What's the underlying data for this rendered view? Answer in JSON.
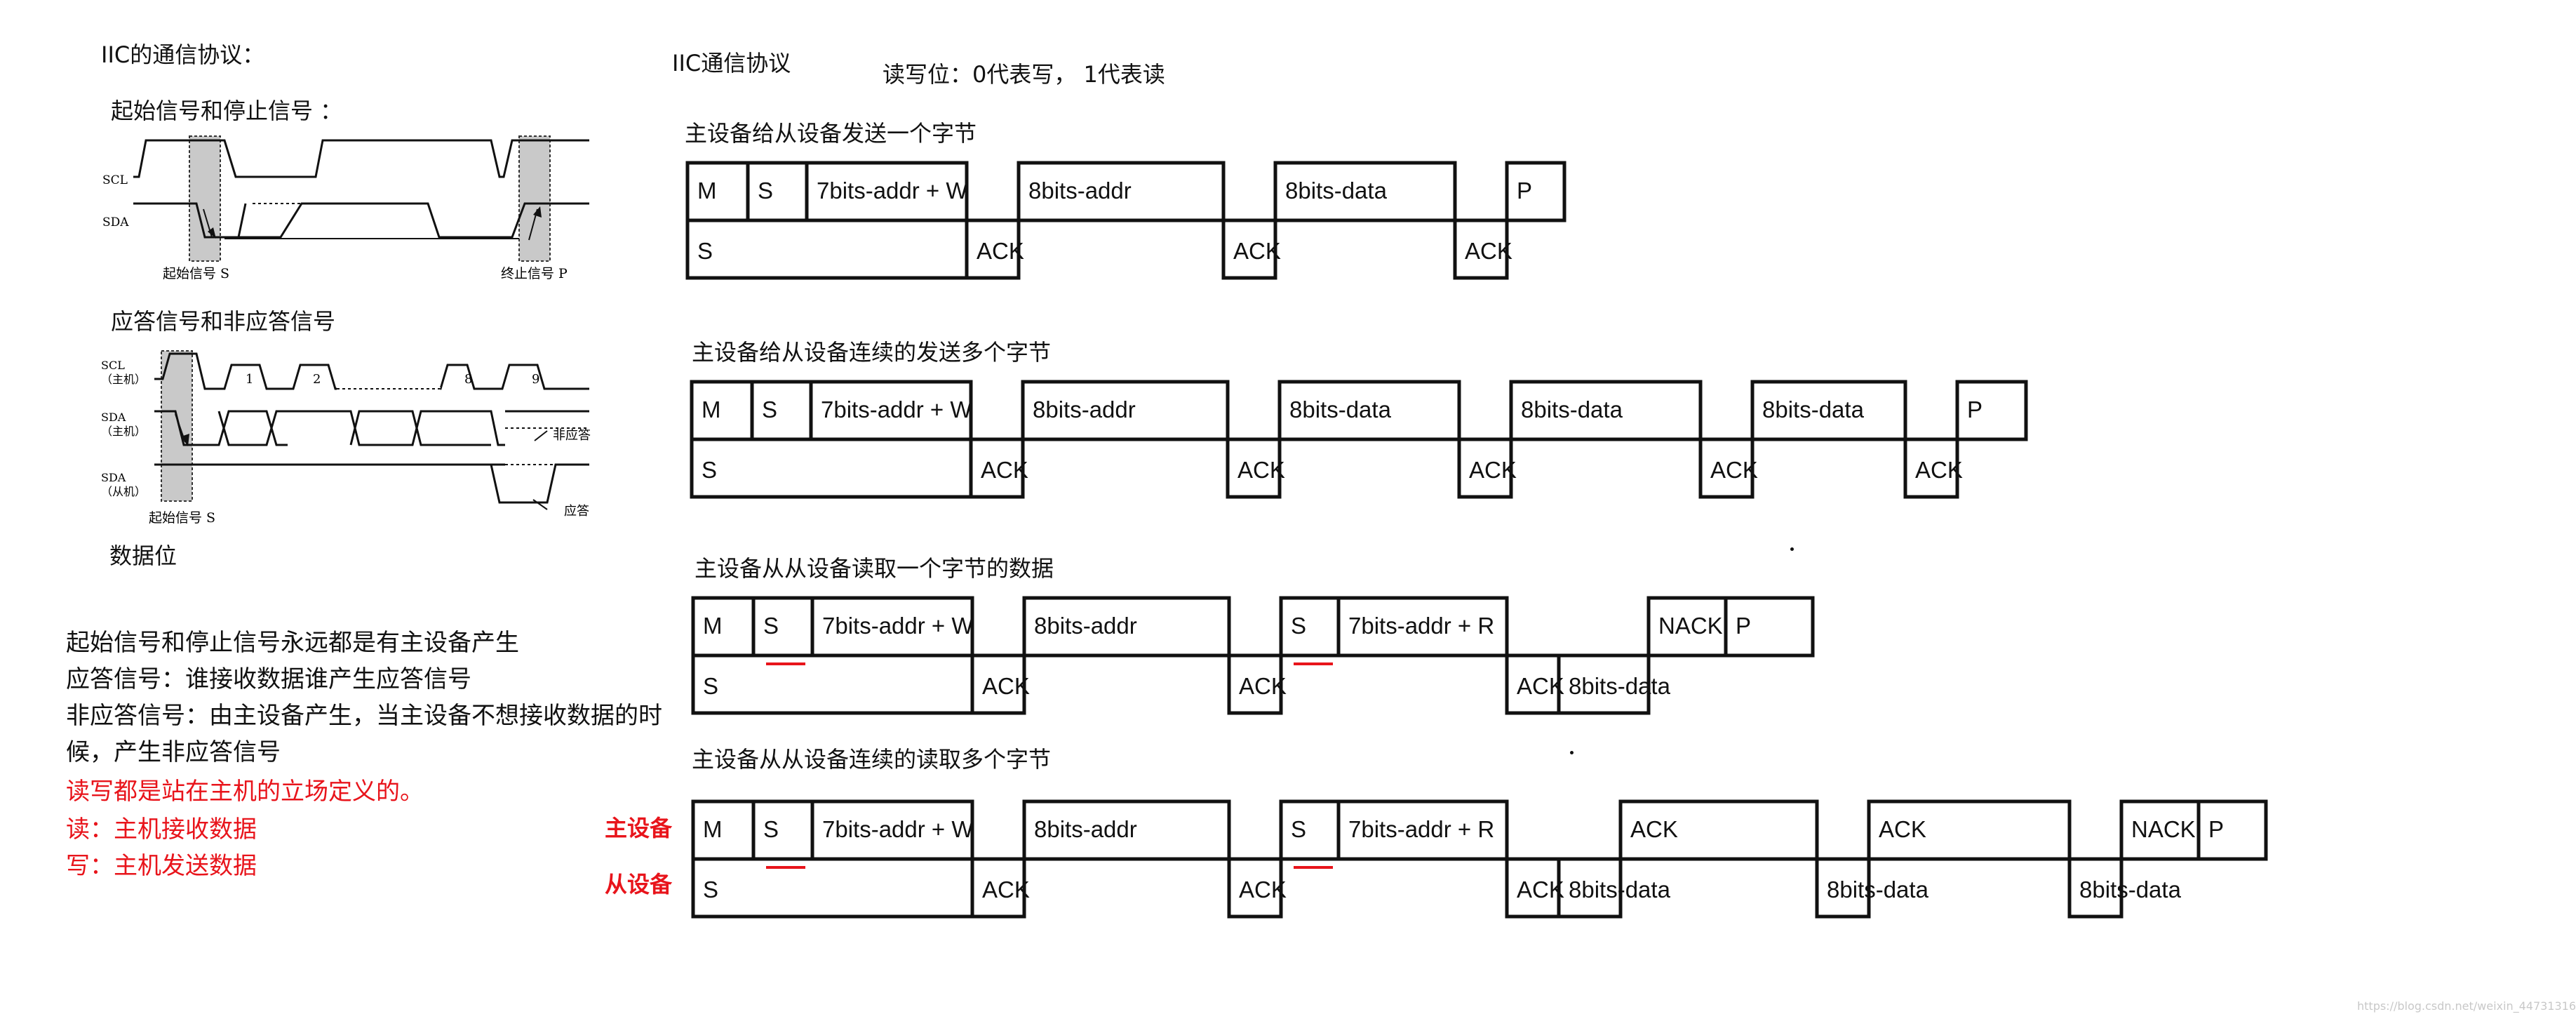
{
  "left": {
    "title": "IIC的通信协议：",
    "start_stop_heading": "起始信号和停止信号 ：",
    "ack_heading": "应答信号和非应答信号",
    "data_bit_heading": "数据位",
    "fig1": {
      "scl": "SCL",
      "sda": "SDA",
      "start": "起始信号 S",
      "stop": "终止信号 P"
    },
    "fig2": {
      "scl1": "SCL",
      "scl2": "（主机）",
      "sda1": "SDA",
      "sda2": "（主机）",
      "sda3": "SDA",
      "sda4": "（从机）",
      "n1": "1",
      "n2": "2",
      "n8": "8",
      "n9": "9",
      "nack": "非应答",
      "ack": "应答",
      "start": "起始信号 S"
    },
    "notes": [
      "起始信号和停止信号永远都是有主设备产生",
      "应答信号：谁接收数据谁产生应答信号",
      "非应答信号：由主设备产生，当主设备不想接收数据的时",
      "候，产生非应答信号"
    ],
    "red_notes": [
      "读写都是站在主机的立场定义的。",
      "读：主机接收数据",
      "写：主机发送数据"
    ]
  },
  "right": {
    "title": "IIC通信协议",
    "rw_note": "读写位：0代表写，  1代表读",
    "side_master": "主设备",
    "side_slave": "从设备",
    "seq1": {
      "heading": "主设备给从设备发送一个字节"
    },
    "seq2": {
      "heading": "主设备给从设备连续的发送多个字节"
    },
    "seq3": {
      "heading": "主设备从从设备读取一个字节的数据"
    },
    "seq4": {
      "heading": "主设备从从设备连续的读取多个字节"
    }
  },
  "sequences": [
    {
      "top": [
        [
          "M",
          "S",
          "7bits-addr + W"
        ],
        null,
        [
          "8bits-addr"
        ],
        null,
        [
          "8bits-data"
        ],
        null,
        [
          "P"
        ]
      ],
      "bottom": [
        [
          "S"
        ],
        [
          "ACK"
        ],
        null,
        [
          "ACK"
        ],
        null,
        [
          "ACK"
        ],
        null
      ]
    },
    {
      "top": [
        [
          "M",
          "S",
          "7bits-addr + W"
        ],
        null,
        [
          "8bits-addr"
        ],
        null,
        [
          "8bits-data"
        ],
        null,
        [
          "8bits-data"
        ],
        null,
        [
          "8bits-data"
        ],
        null,
        [
          "P"
        ]
      ],
      "bottom": [
        [
          "S"
        ],
        [
          "ACK"
        ],
        null,
        [
          "ACK"
        ],
        null,
        [
          "ACK"
        ],
        null,
        [
          "ACK"
        ],
        null,
        [
          "ACK"
        ],
        null
      ]
    },
    {
      "top": [
        [
          "M",
          "S",
          "7bits-addr + W"
        ],
        null,
        [
          "8bits-addr"
        ],
        null,
        [
          "S",
          "7bits-addr + R"
        ],
        null,
        null,
        [
          "NACK",
          "P"
        ]
      ],
      "bottom": [
        [
          "S"
        ],
        [
          "ACK"
        ],
        null,
        [
          "ACK"
        ],
        null,
        [
          "ACK"
        ],
        [
          "8bits-data"
        ],
        null
      ]
    },
    {
      "top": [
        [
          "M",
          "S",
          "7bits-addr + W"
        ],
        null,
        [
          "8bits-addr"
        ],
        null,
        [
          "S",
          "7bits-addr + R"
        ],
        null,
        null,
        [
          "ACK"
        ],
        null,
        [
          "ACK"
        ],
        null,
        [
          "NACK",
          "P"
        ]
      ],
      "bottom": [
        [
          "S"
        ],
        [
          "ACK"
        ],
        null,
        [
          "ACK"
        ],
        null,
        [
          "ACK"
        ],
        [
          "8bits-data"
        ],
        null,
        [
          "8bits-data"
        ],
        null,
        [
          "8bits-data"
        ],
        null
      ]
    }
  ],
  "watermark": "https://blog.csdn.net/weixin_44731316"
}
